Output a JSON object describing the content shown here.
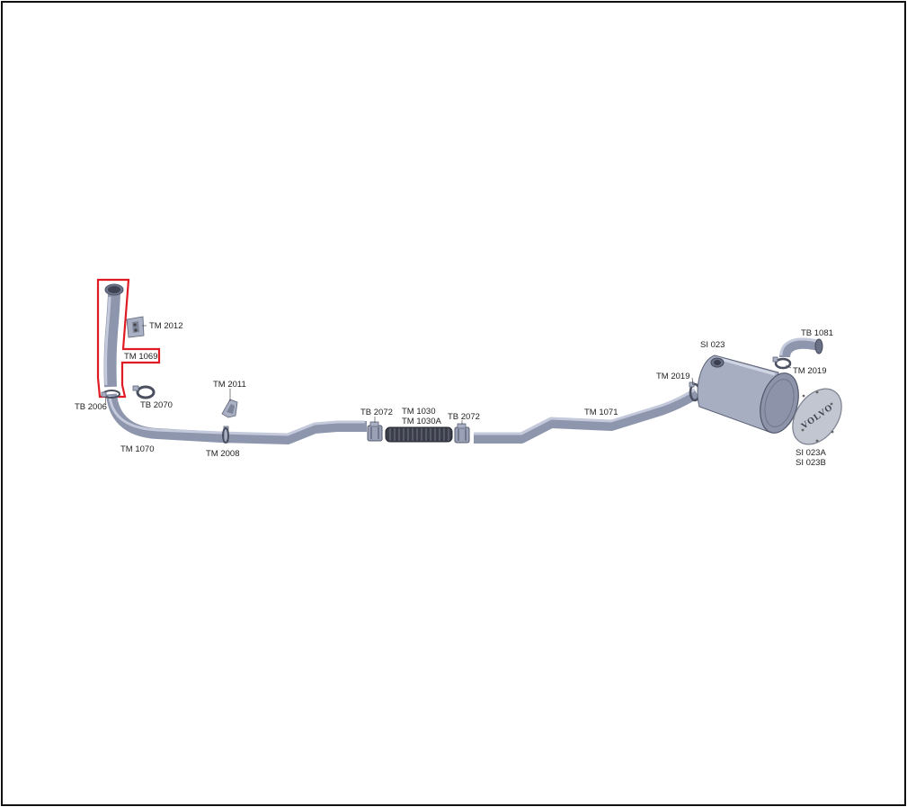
{
  "diagram": {
    "highlight_color": "#e01b24",
    "pipe_color": "#8e96ad",
    "parts": {
      "tm1069": "TM 1069",
      "tm2012": "TM 2012",
      "tb2006": "TB 2006",
      "tb2070": "TB 2070",
      "tm1070": "TM 1070",
      "tm2011": "TM 2011",
      "tm2008": "TM 2008",
      "tb2072_left": "TB 2072",
      "tm1030": "TM 1030",
      "tm1030a": "TM 1030A",
      "tb2072_right": "TB 2072",
      "tm1071": "TM 1071",
      "tm2019_left": "TM 2019",
      "si023": "SI 023",
      "tb1081": "TB 1081",
      "tm2019_right": "TM 2019",
      "si023a": "SI 023A",
      "si023b": "SI 023B"
    },
    "cap_logo_text": "VOLVO"
  }
}
